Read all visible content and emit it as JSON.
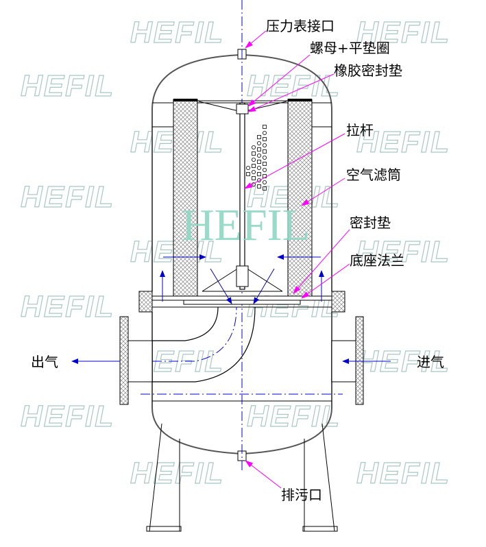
{
  "watermark": {
    "text": "HEFIL",
    "center_text": "HEFIL",
    "color": "#a9c7c3",
    "center_color": "#8fd7c4"
  },
  "labels": {
    "gauge_port": "压力表接口",
    "nut_washer": "螺母+平垫圈",
    "rubber_gasket": "橡胶密封垫",
    "tie_rod": "拉杆",
    "air_filter_cartridge": "空气滤筒",
    "seal_gasket": "密封垫",
    "base_flange": "底座法兰",
    "outlet": "出气",
    "inlet": "进气",
    "drain": "排污口"
  },
  "colors": {
    "leader": "#ff00ff",
    "flow": "#0000cc",
    "outline": "#000000"
  }
}
